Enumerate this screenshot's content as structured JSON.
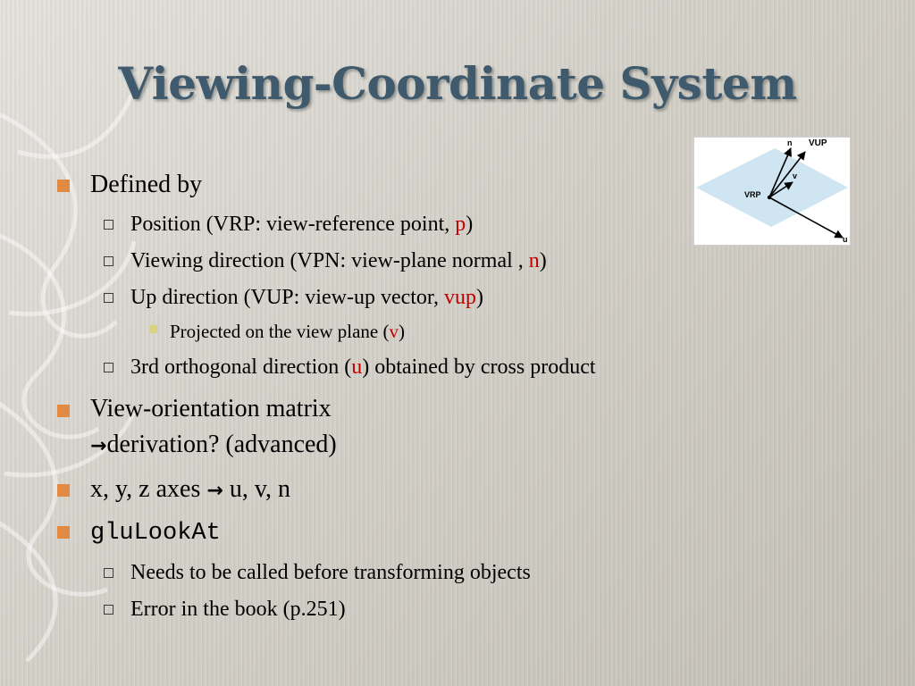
{
  "slide": {
    "title": "Viewing-Coordinate System"
  },
  "diagram": {
    "labels": {
      "n": "n",
      "vup": "VUP",
      "v": "v",
      "vrp": "VRP",
      "u": "u"
    },
    "plane_color": "#cfe6f2"
  },
  "bullets": {
    "defined_by": "Defined by",
    "position_pre": "Position (VRP: view-reference point, ",
    "position_var": "p",
    "position_post": ")",
    "viewing_pre": "Viewing direction (VPN: view-plane normal , ",
    "viewing_var": "n",
    "viewing_post": ")",
    "up_pre": "Up direction (VUP: view-up vector, ",
    "up_var": "vup",
    "up_post": ")",
    "projected_pre": "Projected on the view plane (",
    "projected_var": "v",
    "projected_post": ")",
    "third_pre": "3rd orthogonal direction (",
    "third_var": "u",
    "third_post": ") obtained by cross product",
    "matrix_line1": "View-orientation matrix",
    "matrix_arrow": "→",
    "matrix_line2": "derivation? (advanced)",
    "axes_pre": "x, y, z axes ",
    "axes_arrow": "→",
    "axes_post": " u, v, n",
    "glulookat": "gluLookAt",
    "needs_called": "Needs to be called before transforming objects",
    "error_book": "Error in the book (p.251)"
  },
  "colors": {
    "title": "#3e5a6c",
    "highlight": "#c00000",
    "bullet_level1": "#e08a44",
    "bullet_level3": "#d8d47e"
  }
}
